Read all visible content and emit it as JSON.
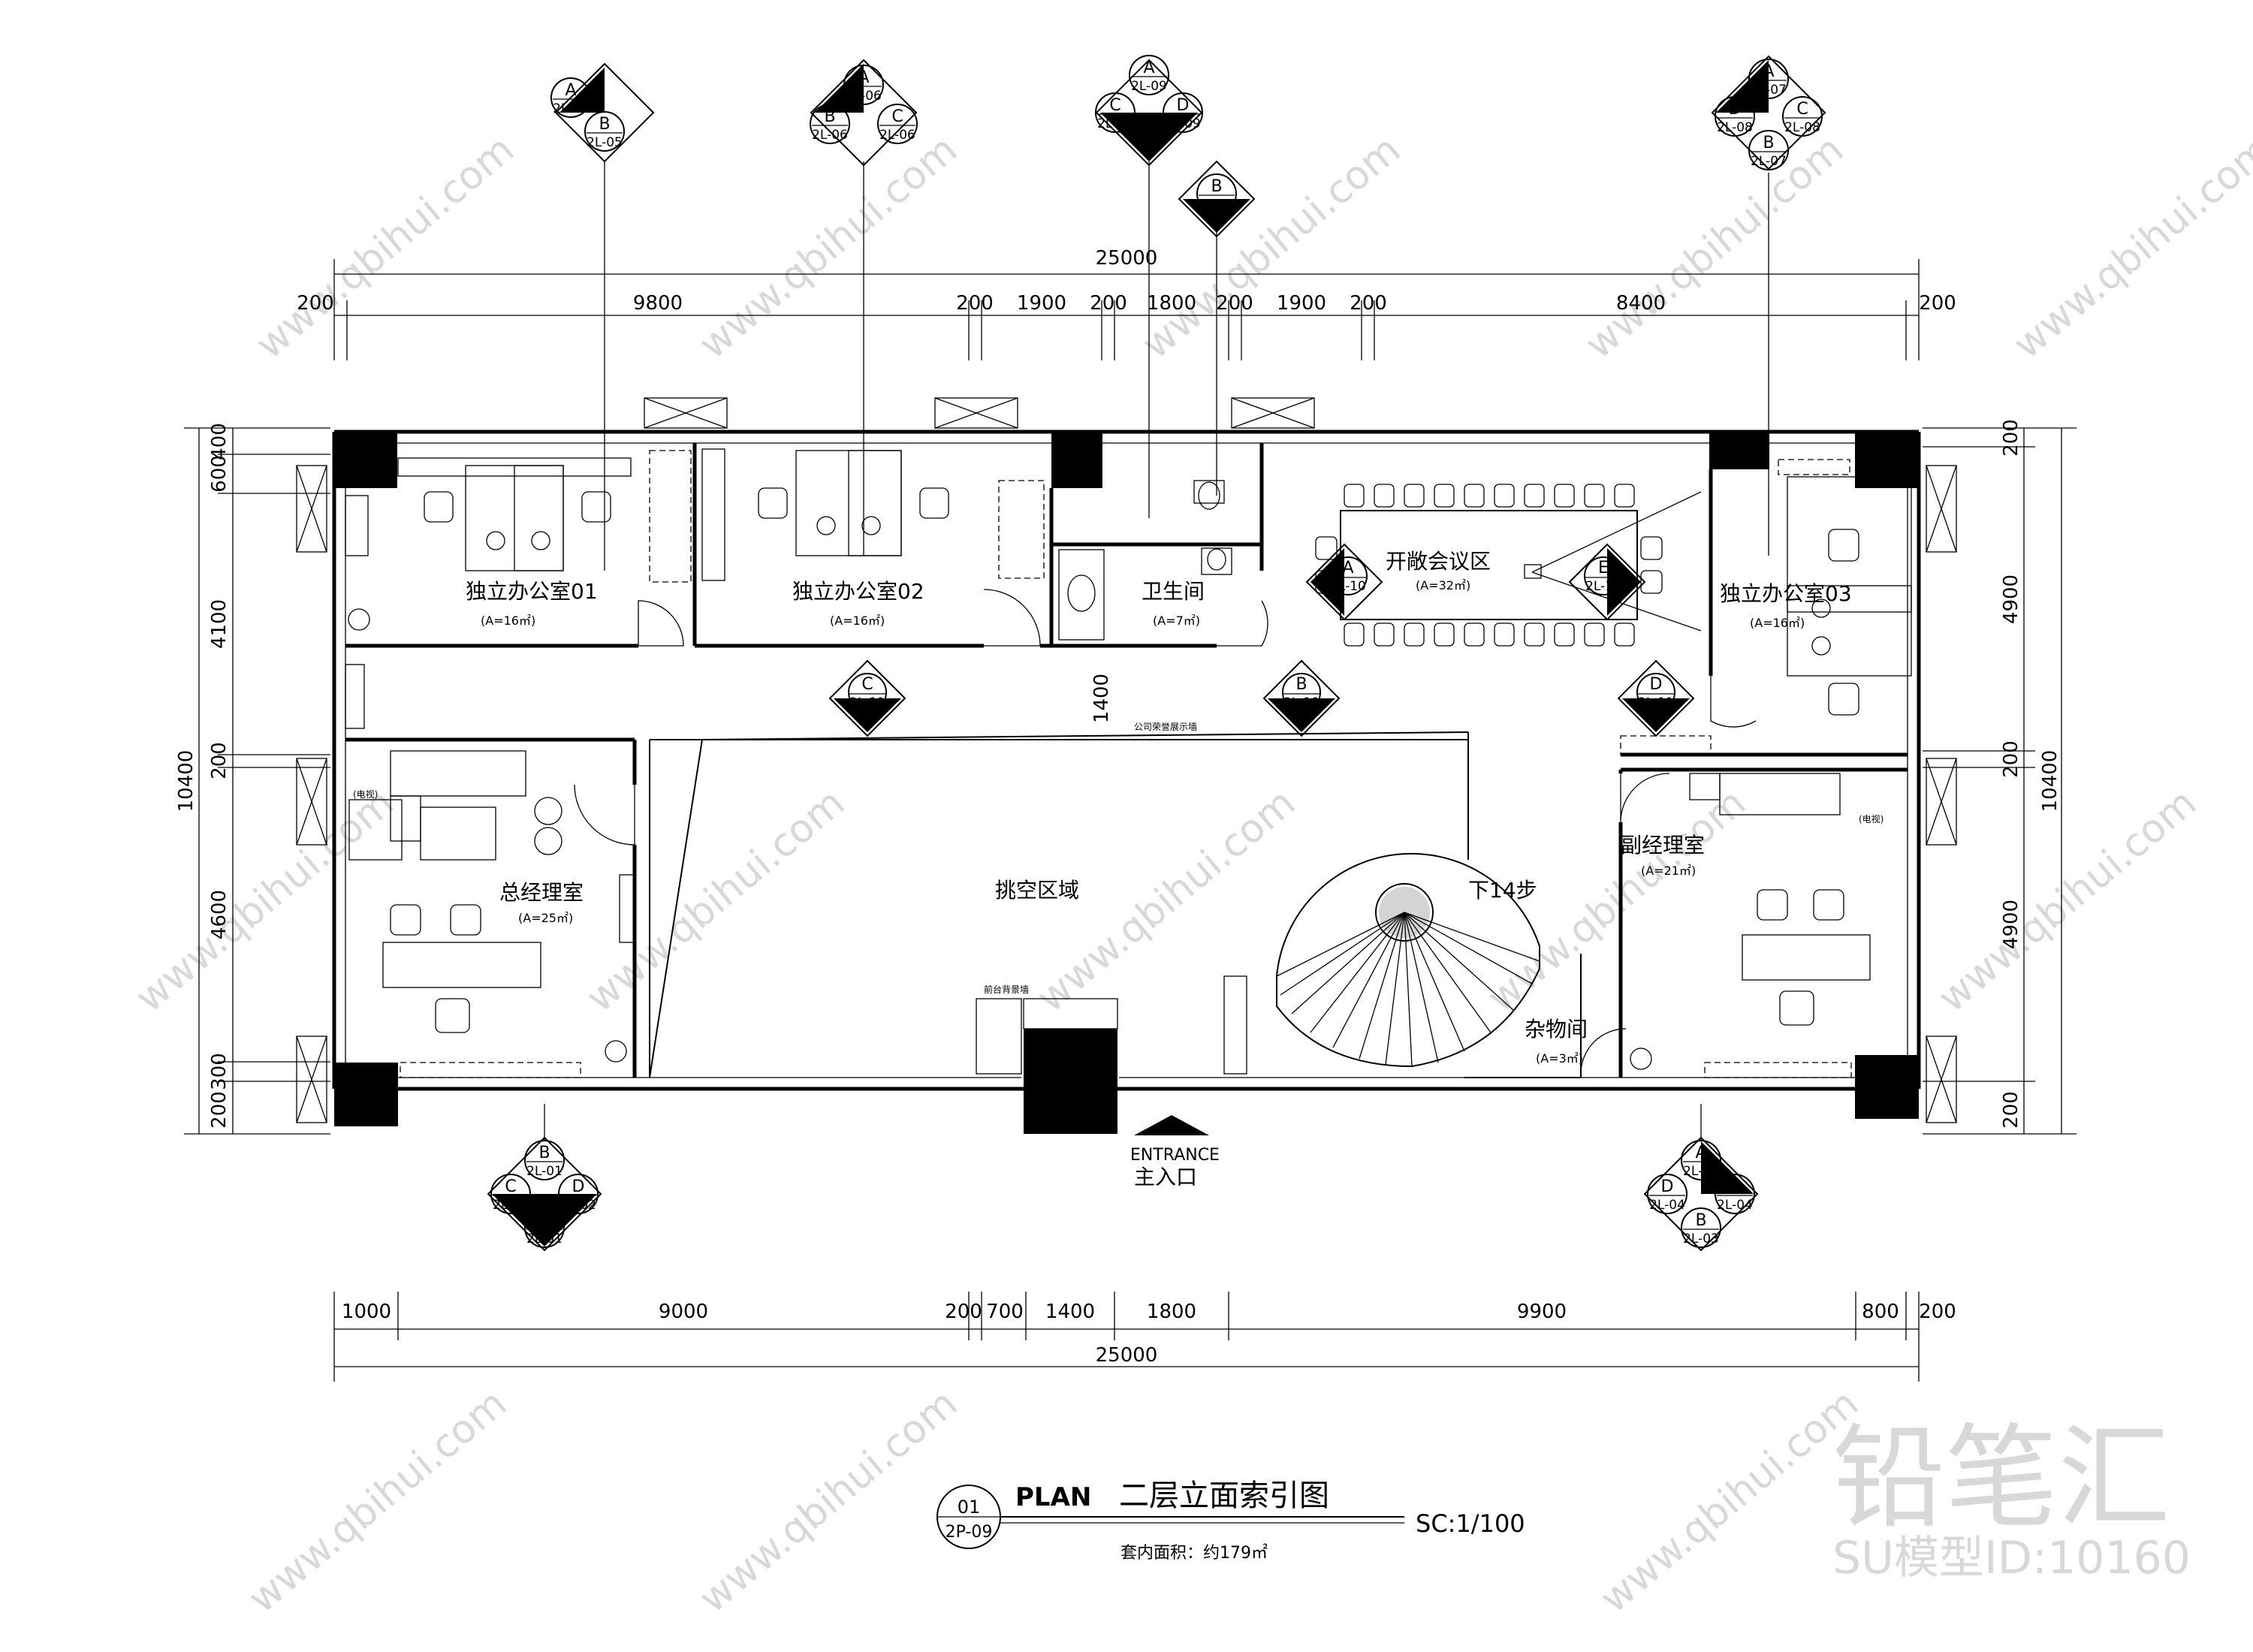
{
  "plan": {
    "rooms": {
      "office01": "独立办公室01",
      "office01_area": "(A=16㎡)",
      "office02": "独立办公室02",
      "office02_area": "(A=16㎡)",
      "toilet": "卫生间",
      "toilet_area": "(A=7㎡)",
      "meeting": "开敞会议区",
      "meeting_area": "(A=32㎡)",
      "office03": "独立办公室03",
      "office03_area": "(A=16㎡)",
      "gm": "总经理室",
      "gm_area": "(A=25㎡)",
      "void": "挑空区域",
      "deputy": "副经理室",
      "deputy_area": "(A=21㎡)",
      "storage": "杂物间",
      "storage_area": "(A=3㎡)"
    },
    "annotations": {
      "stairs": "下14步",
      "entrance": "ENTRANCE",
      "main_entrance": "主入口",
      "display_wall": "公司荣誉展示墙",
      "reception": "前台背景墙",
      "tv_left": "(电视)",
      "tv_right": "(电视)"
    },
    "dimensions": {
      "top_total": "25000",
      "top_segments": [
        "200",
        "9800",
        "200",
        "1900",
        "200",
        "1800",
        "200",
        "1900",
        "200",
        "8400",
        "200"
      ],
      "bottom_segments": [
        "1000",
        "9000",
        "200",
        "700",
        "1400",
        "1800",
        "9900",
        "800",
        "200"
      ],
      "bottom_total": "25000",
      "left_segments": [
        "400",
        "600",
        "4100",
        "200",
        "4600",
        "300",
        "200"
      ],
      "left_total": "10400",
      "right_segments": [
        "200",
        "4900",
        "200",
        "4900",
        "200"
      ],
      "right_total": "10400",
      "corridor": "1400"
    },
    "callouts": {
      "t1": [
        [
          "A",
          "2L-05"
        ],
        [
          "B",
          "2L-05"
        ]
      ],
      "t2": [
        [
          "A",
          "2L-06"
        ],
        [
          "B",
          "2L-06"
        ],
        [
          "C",
          "2L-06"
        ]
      ],
      "t3": [
        [
          "A",
          "2L-09"
        ],
        [
          "C",
          "2L-09"
        ],
        [
          "D",
          "2L-09"
        ]
      ],
      "t3b": [
        [
          "B",
          "2L-09"
        ]
      ],
      "t4": [
        [
          "A",
          "2L-07"
        ],
        [
          "D",
          "2L-08"
        ],
        [
          "C",
          "2L-08"
        ],
        [
          "B",
          "2L-07"
        ]
      ],
      "b1": [
        [
          "B",
          "2L-01"
        ],
        [
          "C",
          "2L-02"
        ],
        [
          "D",
          "2L-02"
        ],
        [
          "A",
          "2L-01"
        ]
      ],
      "b2": [
        [
          "A",
          "2L-03"
        ],
        [
          "D",
          "2L-04"
        ],
        [
          "C",
          "2L-04"
        ],
        [
          "B",
          "2L-03"
        ]
      ],
      "inner_c": [
        "C",
        "2L-11"
      ],
      "inner_b": [
        "B",
        "2L-10"
      ],
      "inner_d": [
        "D",
        "2L-11"
      ],
      "meet_a": [
        "A",
        "2L-10"
      ],
      "meet_e": [
        "E",
        "2L-10"
      ]
    }
  },
  "title_block": {
    "number": "01",
    "sheet": "2P-09",
    "plan_label": "PLAN",
    "title": "二层立面索引图",
    "scale": "SC:1/100",
    "area_note": "套内面积：约179㎡"
  },
  "watermark": {
    "brand": "铅笔汇",
    "url": "www.qbihui.com",
    "model_id": "SU模型ID:10160"
  }
}
